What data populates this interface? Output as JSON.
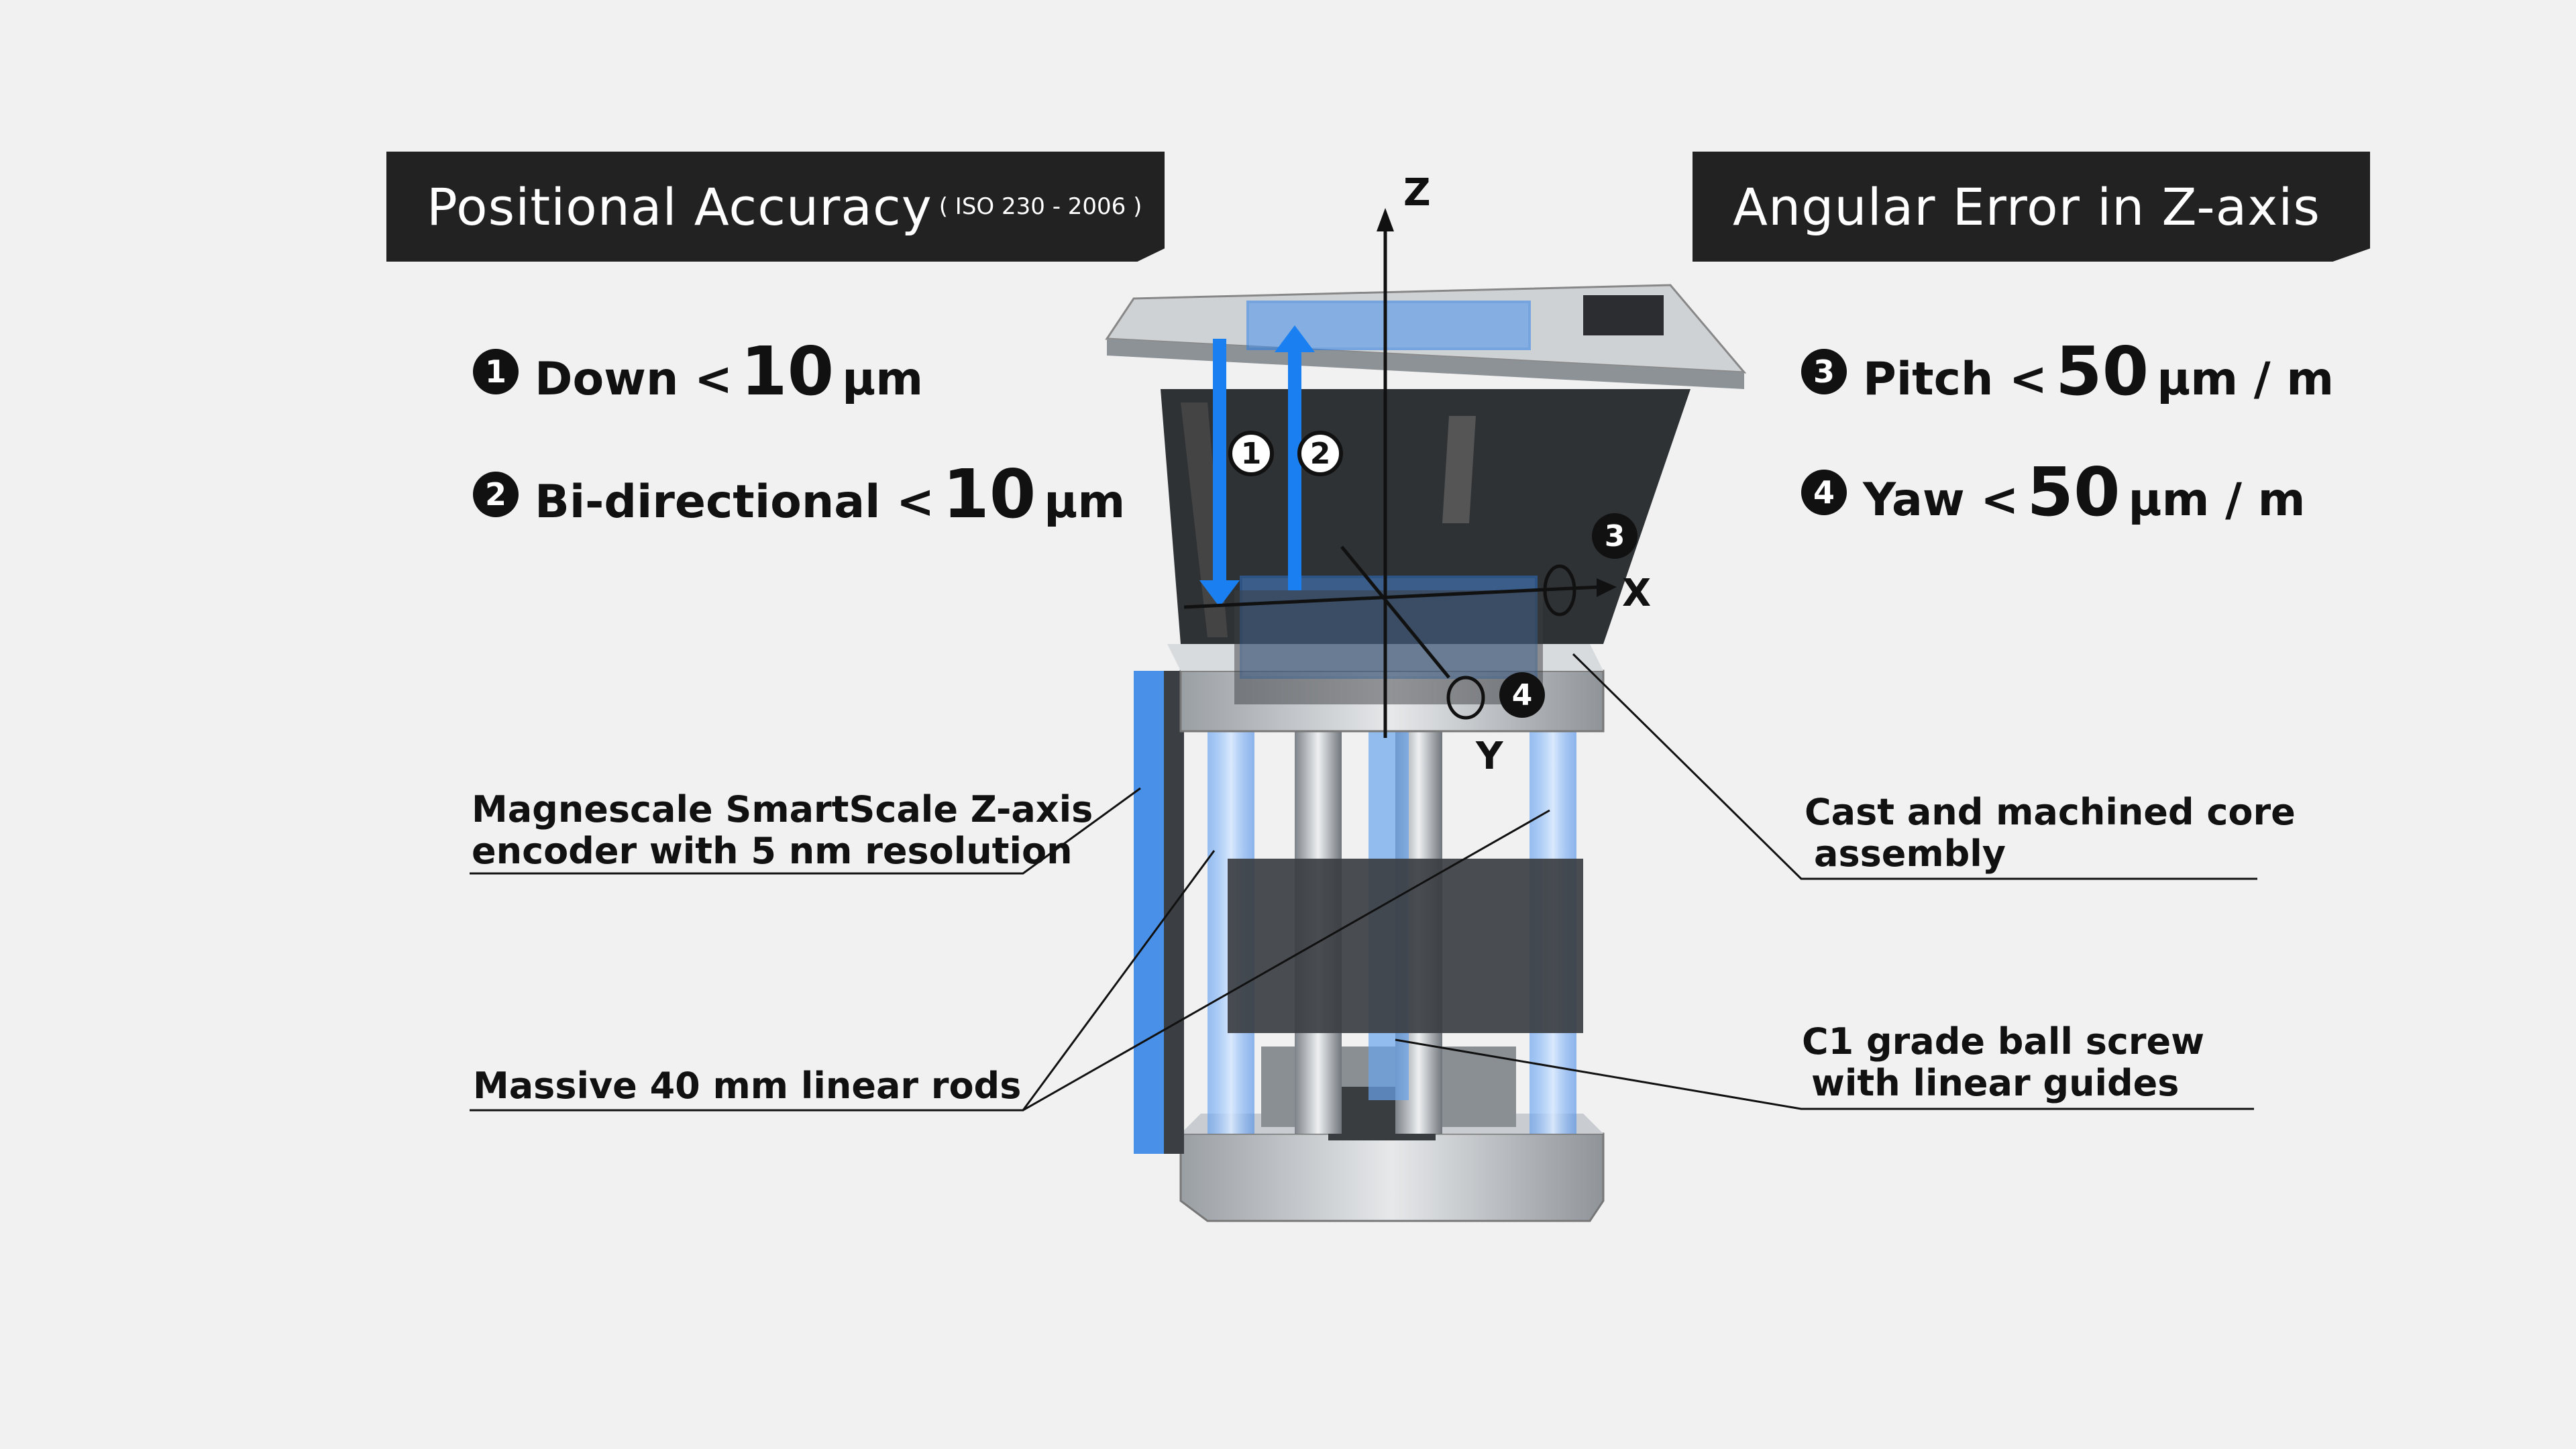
{
  "left_banner": {
    "title": "Positional Accuracy",
    "subtitle": "( ISO 230 - 2006 )"
  },
  "right_banner": {
    "title": "Angular Error in Z-axis"
  },
  "specs_left": [
    {
      "badge": "1",
      "label": "Down <",
      "value": "10",
      "unit": "µm"
    },
    {
      "badge": "2",
      "label": "Bi-directional <",
      "value": "10",
      "unit": "µm"
    }
  ],
  "specs_right": [
    {
      "badge": "3",
      "label": "Pitch <",
      "value": "50",
      "unit": "µm / m"
    },
    {
      "badge": "4",
      "label": "Yaw <",
      "value": "50",
      "unit": "µm / m"
    }
  ],
  "callouts": {
    "encoder_line1": "Magnescale SmartScale Z-axis",
    "encoder_line2": "encoder with 5 nm resolution",
    "rods": "Massive 40 mm linear rods",
    "core_line1": "Cast and machined core",
    "core_line2": "assembly",
    "ballscrew_line1": "C1 grade ball screw",
    "ballscrew_line2": "with linear guides"
  },
  "axes": {
    "z": "Z",
    "x": "X",
    "y": "Y"
  },
  "markers": {
    "m1": "1",
    "m2": "2",
    "m3": "3",
    "m4": "4"
  },
  "colors": {
    "banner_bg": "#222222",
    "accent_blue": "#1a7ff0",
    "background": "#f1f1f1"
  }
}
